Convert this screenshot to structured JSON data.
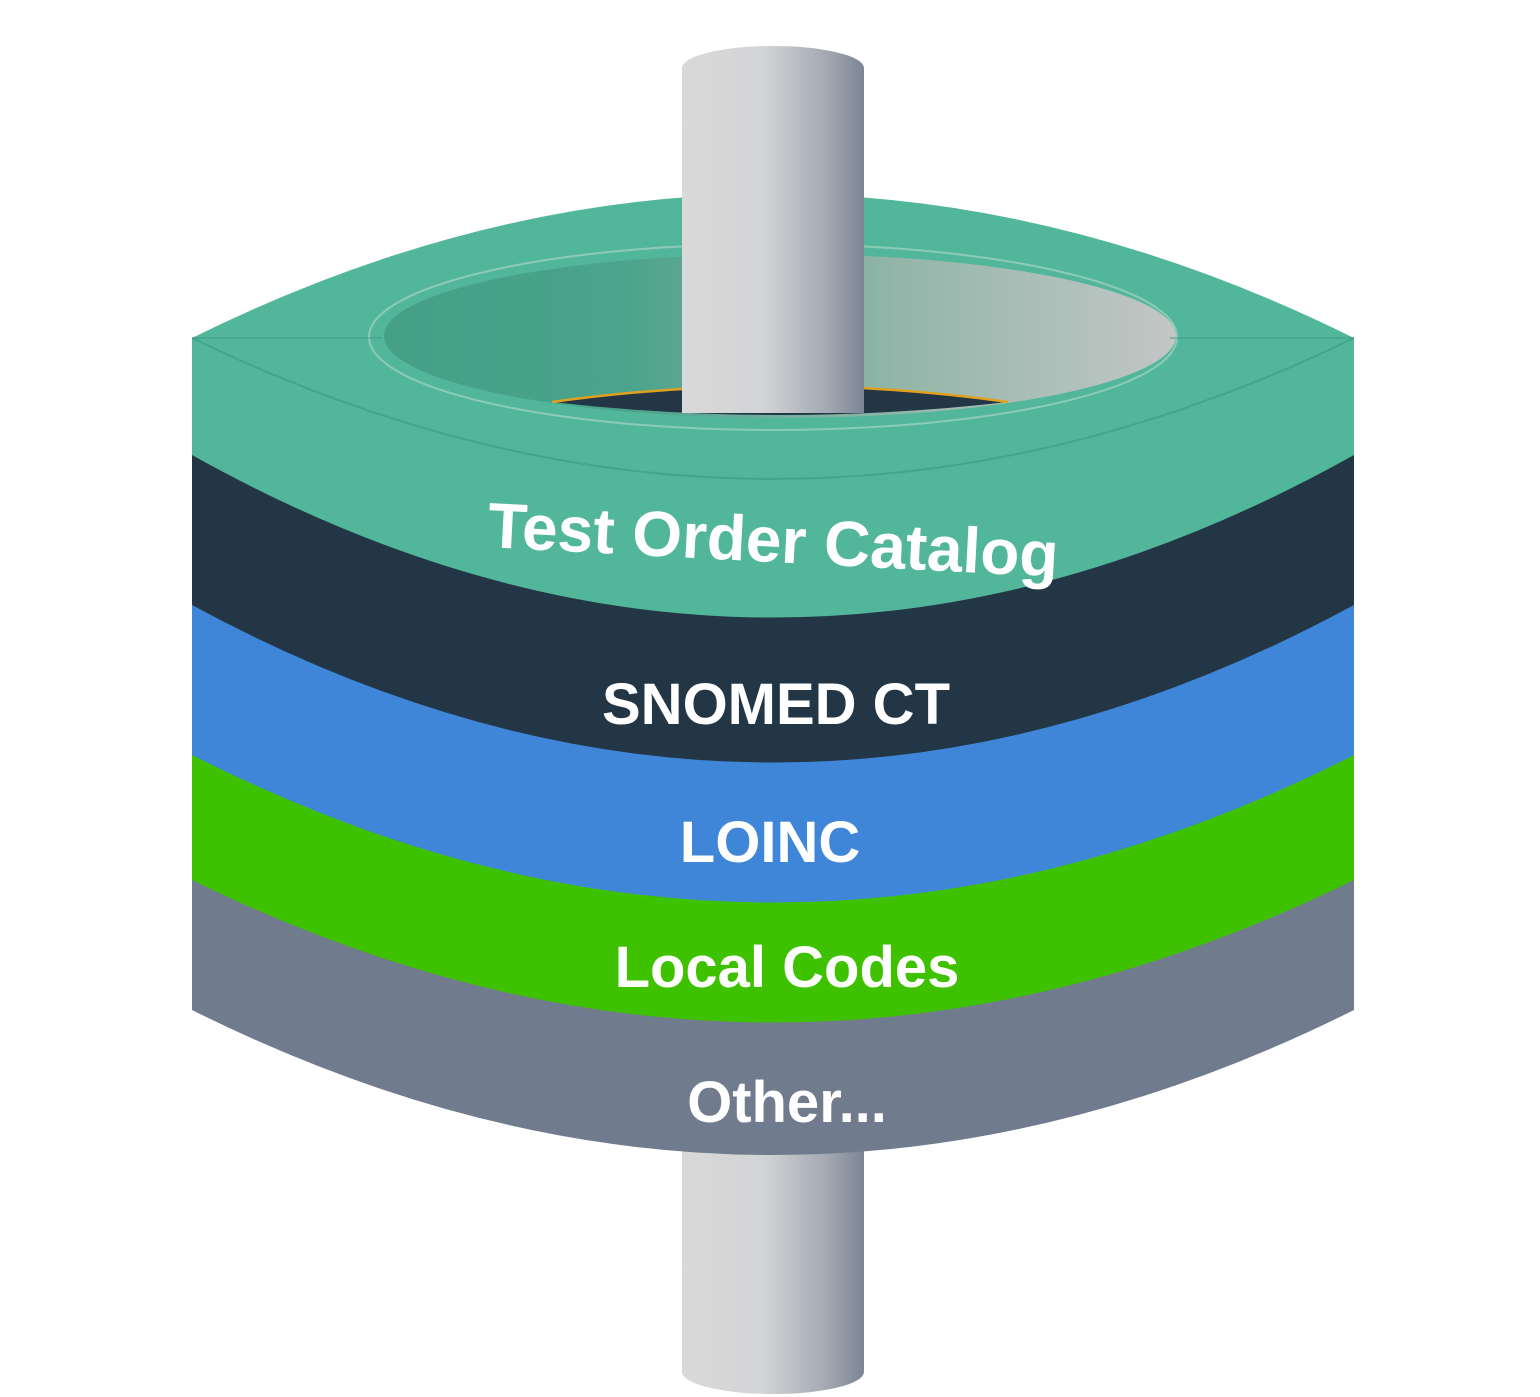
{
  "layers": [
    {
      "label": "Test Order Catalog",
      "color": "#52b69a"
    },
    {
      "label": "SNOMED CT",
      "color": "#223645"
    },
    {
      "label": "LOINC",
      "color": "#3f86d9"
    },
    {
      "label": "Local Codes",
      "color": "#3ec200"
    },
    {
      "label": "Other...",
      "color": "#707b8e"
    }
  ],
  "pole": {
    "light": "#e6e6e6",
    "mid": "#c9cacc",
    "dark": "#7c8595"
  }
}
